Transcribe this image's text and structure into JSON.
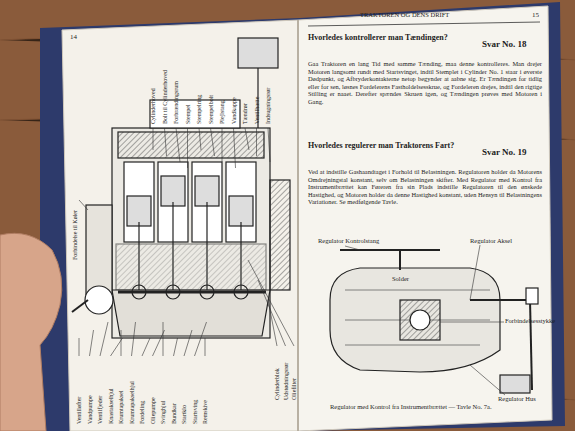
{
  "diagram": {
    "title": "TRAKTOREN OG DENS DRIFT",
    "caption": "Regulator med Kontrol fra Instrumentbrættet — Tavle No. 7a.",
    "labels": [
      "14",
      "15",
      "Hvorledes kontrollerer man Tændingen?",
      "Svar No. 18",
      "Gaa Traktoren en lang Tid med samme Tænding, maa denne kontrolleres. Man drejer Motoren langsomt rundt med Startsvinget, indtil Stemplet i Cylinder No. 1 staar i øverste Dødpunkt, og Afbryderkontakterne netop begynder at aabne sig. Er Tændingen for tidlig eller for sen, løsnes Fordelerens Fastholdelsesskrue, og Fordeleren drejes, indtil den rigtige Stilling er naaet. Derefter spændes Skruen igen, og Tændingen prøves med Motoren i Gang.",
      "Hvorledes regulerer man Traktorens Fart?",
      "Svar No. 19",
      "Ved at indstille Gashaandtaget i Forhold til Belastningen. Regulatoren holder da Motorens Omdrejningstal konstant, selv om Belastningen skifter. Med Regulator med Kontrol fra Instrumentbrættet kan Føreren fra sin Plads indstille Regulatoren til den ønskede Hastighed, og Motoren holder da denne Hastighed konstant, uden Hensyn til Belastningens Variationer. Se medfølgende Tavle.",
      "Regulator Kontrolstang",
      "Regulator Aksel",
      "Solder",
      "Forbindelsesstykke",
      "Regulator Hus",
      "Cylinderhoved",
      "Bolt til Cylinderhoved",
      "Forbrændingsrum",
      "Stempel",
      "Stempelring",
      "Stempelbolt",
      "Plejlstang",
      "Vandkappe",
      "Tændrør",
      "Ventilhætte",
      "Indsugningsrør",
      "Forbindelse til Køler",
      "Ventilløfter",
      "Vandpumpe",
      "Ventilfjeder",
      "Knastakselhjul",
      "Krumtapaksel",
      "Krumtapakselhjul",
      "Fordeling",
      "Oliepumpe",
      "Svinghjul",
      "Bundkar",
      "Startklo",
      "Startsving",
      "Remskive",
      "Cylinderblok",
      "Udstødningsrør",
      "Oliefilter"
    ]
  }
}
